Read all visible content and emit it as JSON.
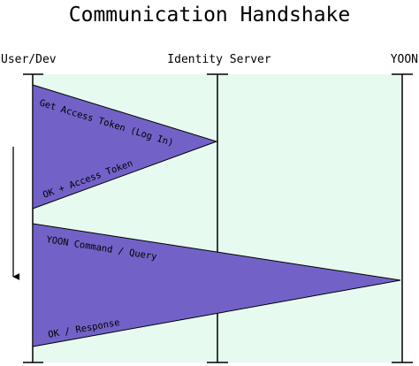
{
  "title": "Communication Handshake",
  "lanes": [
    {
      "label": "User/Dev"
    },
    {
      "label": "Identity Server"
    },
    {
      "label": "YOON"
    }
  ],
  "messages": [
    {
      "label": "Get Access Token (Log In)"
    },
    {
      "label": "OK + Access Token"
    },
    {
      "label": "YOON Command / Query"
    },
    {
      "label": "OK / Response"
    }
  ],
  "colors": {
    "background": "#ffffff",
    "lane_fill": "#e6faf0",
    "triangle_fill": "#7262c8",
    "line": "#000000",
    "text": "#000000"
  }
}
